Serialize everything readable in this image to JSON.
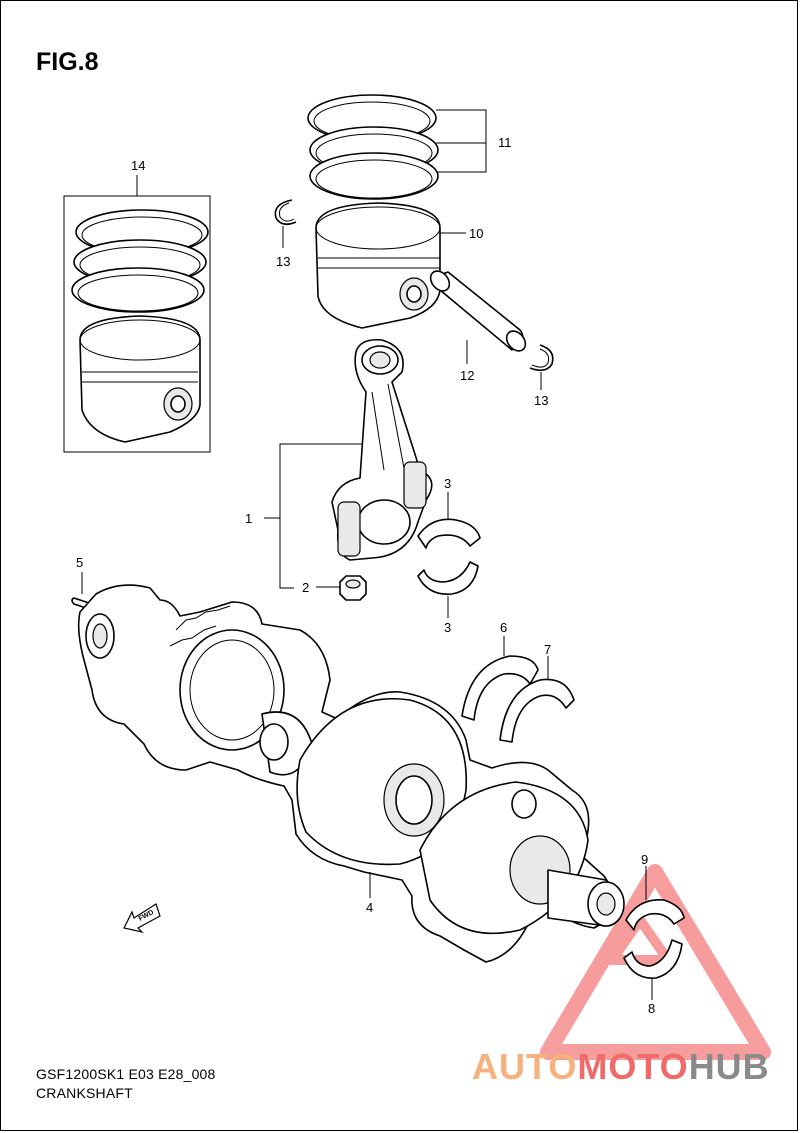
{
  "figure": {
    "title": "FIG.8",
    "model_code": "GSF1200SK1 E03 E28_008",
    "section_name": "CRANKSHAFT"
  },
  "callouts": {
    "n1": "1",
    "n2": "2",
    "n3a": "3",
    "n3b": "3",
    "n4": "4",
    "n5": "5",
    "n6": "6",
    "n7": "7",
    "n8": "8",
    "n9": "9",
    "n10": "10",
    "n11": "11",
    "n12": "12",
    "n13a": "13",
    "n13b": "13",
    "n14": "14"
  },
  "direction_marker": "FWD",
  "watermark": {
    "part_a": "AUTO",
    "part_b": "MOTO",
    "part_c": "HUB",
    "colors": {
      "a": "#f6b17d",
      "b": "#f06a6a",
      "c": "#8a8a8a",
      "triangle": "#ef4d4d"
    }
  }
}
